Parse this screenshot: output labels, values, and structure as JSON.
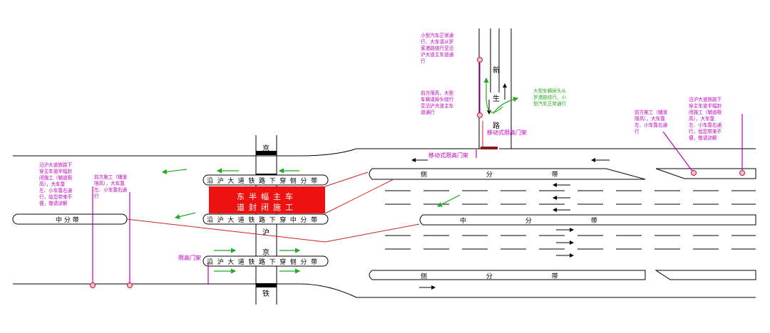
{
  "diagram": {
    "closure_box": {
      "line1": "东半幅主车",
      "line2": "道封闭施工"
    },
    "labels": {
      "divider_top_left": "沿沪大道铁路下穿侧分带",
      "divider_middle_left": "沿沪大道铁路下穿中分带",
      "divider_bottom_left": "沿沪大道铁路下穿侧分带",
      "median_left": "中 分 带",
      "median_right": "中  分  带",
      "side_divider_upper": "侧  分  带",
      "side_divider_lower": "侧  分  带",
      "street_xinsheng": [
        "新",
        "生",
        "路"
      ],
      "street_vertical_top": "京",
      "street_vertical_mid": "沪",
      "street_vertical_lower": "京",
      "street_vertical_bottom": "铁"
    },
    "gantries": {
      "mobile_gantry_1": "移动式限高门架",
      "mobile_gantry_2": "移动式限高门架",
      "height_limit_gantry": "限高门架"
    },
    "notes": {
      "top_center_1": "小型汽车正常通\n行，大车请从罗\n家港路绕行至沿\n沪大道主车道通\n行",
      "top_center_2": "前方限高，大型\n车辆请掉头绕行\n至沿沪大道主车\n道通行",
      "green_note": "大型车辆掉头从\n罗港路绕行，小\n型汽车正常通行",
      "right_1": "前方施工（辅道\n限高），大车靠\n左、小车靠右通\n行",
      "right_2": "沿沪大道铁路下\n穿主车道半幅封\n闭施工（辅道限\n高），大车靠\n左、小车靠右通\n行，给您带来不\n便，敬请谅解",
      "left_1": "沿沪大道铁路下\n穿主车道半幅封\n闭施工（辅道限\n高），大车靠\n左、小车靠右通\n行，给您带来不\n便，敬请谅解",
      "left_2": "前方施工（辅道\n限高），大车靠\n左、小车靠右通\n行"
    },
    "colors": {
      "annotation": "#c000c0",
      "arrow_green": "#22aa22",
      "closure": "#ee1111",
      "road_line": "#000000",
      "connector": "#cc2222"
    }
  }
}
